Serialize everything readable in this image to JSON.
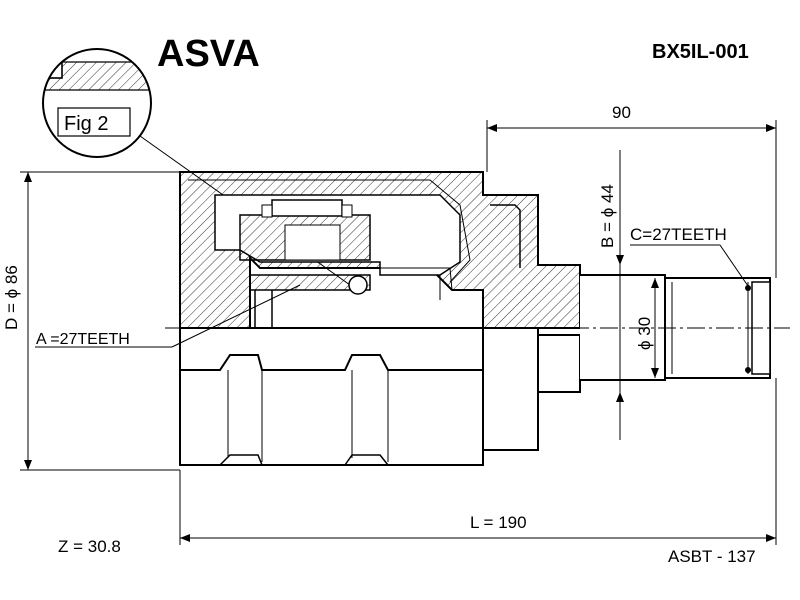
{
  "header": {
    "brand": "ASVA",
    "part_number": "BX5IL-001"
  },
  "detail": {
    "label": "Fig 2"
  },
  "dimensions": {
    "d_label": "D = ϕ 86",
    "b_label": "B = ϕ 44",
    "c_label": "C=27TEETH",
    "a_label": "A =27TEETH",
    "shaft_label": "ϕ 30",
    "len_90": "90",
    "length_label": "L = 190",
    "z_label": "Z = 30.8"
  },
  "footer": {
    "code": "ASBT - 137"
  },
  "colors": {
    "ink": "#000000",
    "background": "#ffffff"
  }
}
